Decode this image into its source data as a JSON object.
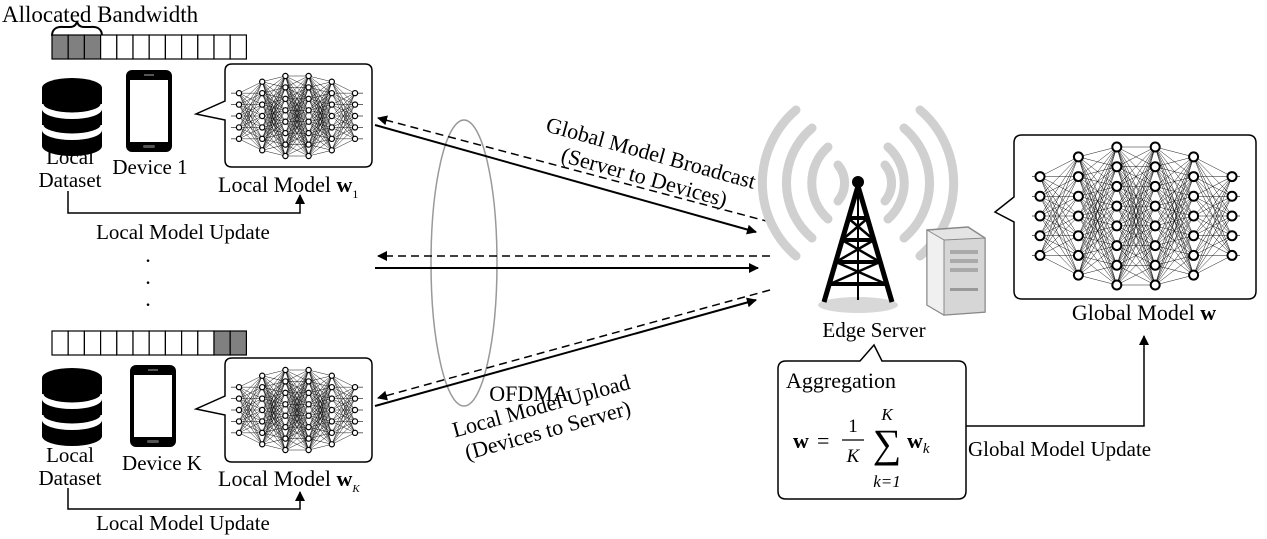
{
  "top": {
    "bandwidth_label": "Allocated Bandwidth"
  },
  "device1": {
    "dataset_line1": "Local",
    "dataset_line2": "Dataset",
    "device_label": "Device 1",
    "model_label": "Local Model",
    "model_symbol": "w",
    "model_subscript": "1",
    "update_label": "Local Model Update",
    "bandwidth_cells": 12,
    "bandwidth_allocated": [
      0,
      1,
      2
    ]
  },
  "deviceK": {
    "dataset_line1": "Local",
    "dataset_line2": "Dataset",
    "device_label": "Device K",
    "model_label": "Local Model",
    "model_symbol": "w",
    "model_subscript": "K",
    "update_label": "Local Model Update",
    "bandwidth_cells": 12,
    "bandwidth_allocated": [
      10,
      11
    ]
  },
  "channel": {
    "broadcast_line1": "Global Model Broadcast",
    "broadcast_line2": "(Server to Devices)",
    "ofdma_label": "OFDMA",
    "upload_line1": "Local Model Upload",
    "upload_line2": "(Devices to Server)",
    "ellipsis": "·"
  },
  "server": {
    "label": "Edge Server",
    "global_model_label": "Global Model",
    "global_model_symbol": "w",
    "aggregation_title": "Aggregation",
    "formula_lhs": "w",
    "formula_eq": "=",
    "formula_num": "1",
    "formula_den": "K",
    "formula_sum": "∑",
    "formula_upper": "K",
    "formula_lower": "k=1",
    "formula_term": "w",
    "formula_term_sub": "k",
    "global_update_label": "Global Model Update"
  },
  "colors": {
    "allocated_cell": "#808080",
    "signal_wave": "#cfcfcf",
    "server_body": "#e6e6e6",
    "line": "#000000"
  },
  "icons": [
    "database-icon",
    "smartphone-icon",
    "antenna-tower-icon",
    "server-computer-icon",
    "neural-network-icon"
  ]
}
